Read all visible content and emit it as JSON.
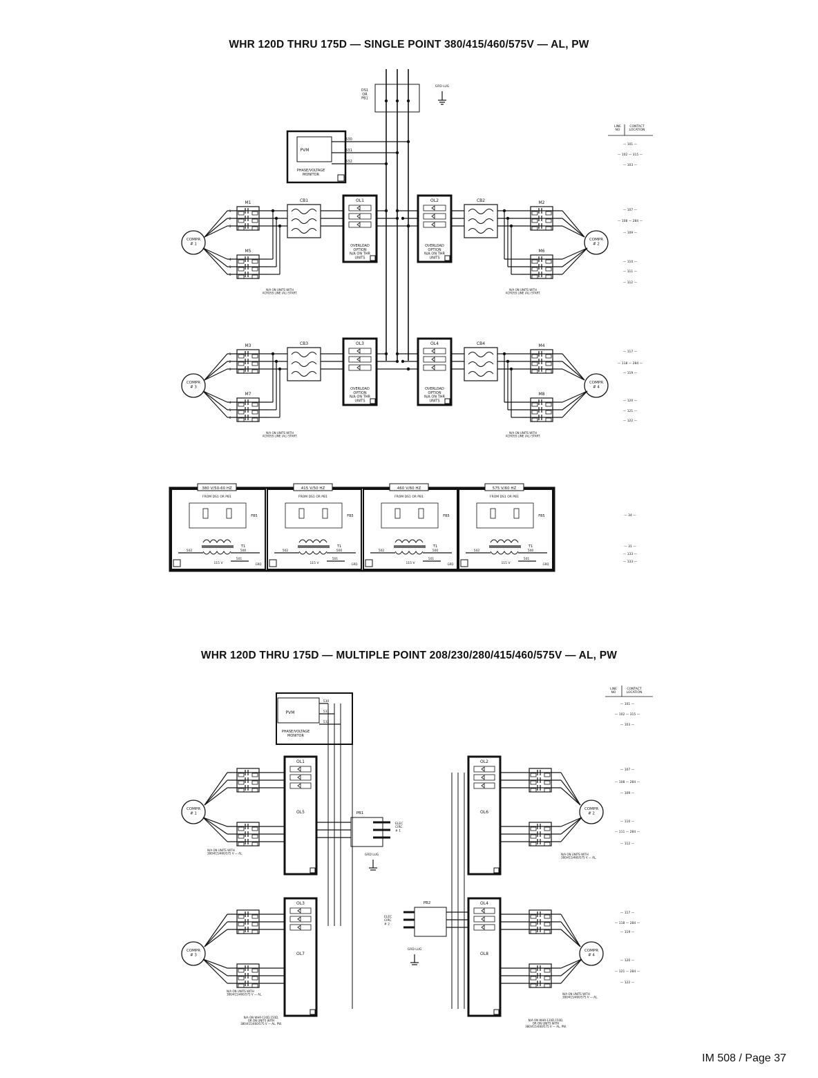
{
  "header": {
    "title_single": "WHR 120D THRU 175D — SINGLE POINT 380/415/460/575V — AL, PW",
    "title_multi": "WHR 120D THRU 175D — MULTIPLE POINT 208/230/280/415/460/575V — AL, PW"
  },
  "footer": {
    "page": "IM 508 / Page 37"
  },
  "line_table": {
    "col1": "LINE\nNO",
    "col2": "CONTACT\nLOCATION"
  },
  "single": {
    "ds": "DS1\nOR\nPB1",
    "grd": "GRD LUG",
    "pvm_label": "PVM",
    "pvm_caption": "PHASE/VOLTAGE\nMONITOR",
    "pvm_wires": [
      "530",
      "531",
      "532"
    ],
    "breakers": [
      "CB1",
      "CB2",
      "CB3",
      "CB4"
    ],
    "overloads": [
      "OL1",
      "OL2",
      "OL3",
      "OL4"
    ],
    "overload_caption": "OVERLOAD\nOPTION\nN/A ON THR\nUNITS",
    "contactors": [
      "M1",
      "M5",
      "M2",
      "M6",
      "M3",
      "M7",
      "M4",
      "M8"
    ],
    "compressors": [
      "COMPR\n# 1",
      "COMPR\n# 2",
      "COMPR\n# 3",
      "COMPR\n# 4"
    ],
    "na_note": "N/A ON UNITS WITH\nACROSS LINE (AL) START.",
    "line_numbers": [
      "101",
      "102 — 315",
      "103",
      "107",
      "108 — 284",
      "109",
      "110",
      "111",
      "112",
      "117",
      "118 — 284",
      "119",
      "120",
      "121",
      "122",
      "34",
      "31",
      "133",
      "133"
    ],
    "transformers": [
      {
        "header": "380 V/50-60 HZ"
      },
      {
        "header": "415 V/50 HZ"
      },
      {
        "header": "460 V/60 HZ"
      },
      {
        "header": "575 V/60 HZ"
      }
    ],
    "xfmr_from": "FROM DS1 OR PB1",
    "xfmr_fb": "FB5",
    "xfmr_t": "T1",
    "xfmr_volt": "115 V",
    "xfmr_wires": [
      "502",
      "500",
      "501"
    ],
    "xfmr_grd": "GRD"
  },
  "multi": {
    "pvm_label": "PVM",
    "pvm_caption": "PHASE/VOLTAGE\nMONITOR",
    "pvm_wires": [
      "530",
      "531",
      "532"
    ],
    "overloads": [
      "OL1",
      "OL5",
      "OL2",
      "OL6",
      "OL3",
      "OL7",
      "OL4",
      "OL8"
    ],
    "pb": [
      "PB1",
      "PB2"
    ],
    "elec": "ELEC\nCIRC\n# 1",
    "elec2": "ELEC\nCIRC\n# 2",
    "grd": "GRD LUG",
    "note_left": "N/A ON UNITS WITH\n380/415/460/575 V — AL.",
    "note_bottom": "N/A ON WHR-120D,150D,\nOR ON UNITS WITH\n380/415/460/575 V — AL, PW."
  }
}
